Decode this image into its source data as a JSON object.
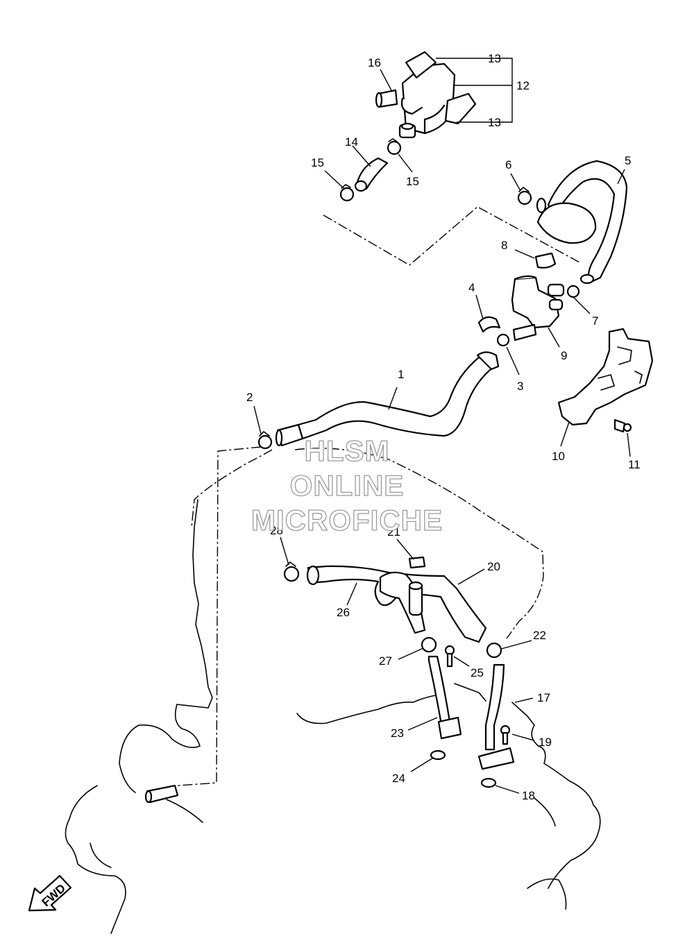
{
  "watermark": {
    "line1": "HLSM",
    "line2": "ONLINE",
    "line3": "MICROFICHE"
  },
  "fwd_label": "FWD",
  "callouts": [
    "1",
    "2",
    "3",
    "4",
    "5",
    "6",
    "7",
    "8",
    "9",
    "10",
    "11",
    "12",
    "13",
    "13",
    "14",
    "15",
    "15",
    "16",
    "17",
    "18",
    "19",
    "20",
    "21",
    "22",
    "23",
    "24",
    "25",
    "26",
    "27",
    "28"
  ]
}
